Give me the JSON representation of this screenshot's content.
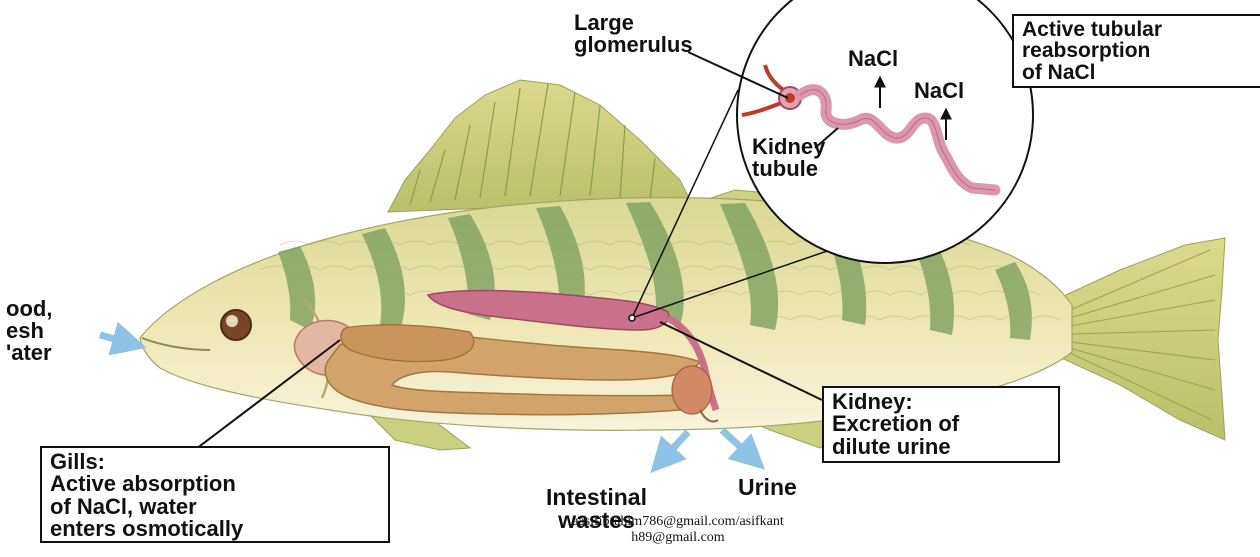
{
  "labels": {
    "glomerulus": [
      "Large",
      "glomerulus"
    ],
    "nacl_1": "NaCl",
    "nacl_2": "NaCl",
    "reabsorption": [
      "Active tubular",
      "reabsorption",
      "of NaCl"
    ],
    "tubule": [
      "Kidney",
      "tubule"
    ],
    "intake": [
      "ood,",
      "esh",
      "'ater"
    ],
    "kidney": [
      "Kidney:",
      "Excretion of",
      "dilute urine"
    ],
    "gills": [
      "Gills:",
      "Active absorption",
      "of NaCl, water",
      "enters osmotically"
    ],
    "intestinal": [
      "Intestinal",
      "wastes"
    ],
    "urine": "Urine"
  },
  "watermark": [
    "aasifibrahim786@gmail.com/asifkant",
    "h89@gmail.com"
  ],
  "colors": {
    "fish_body": "#e8dd9c",
    "belly": "#f6f0d2",
    "stripe": "#7ea15f",
    "fin": "#cbcf7e",
    "kidney": "#c9708a",
    "tubule": "#dc97ad",
    "gut": "#d2a46c",
    "arrow": "#8fc3e6"
  }
}
